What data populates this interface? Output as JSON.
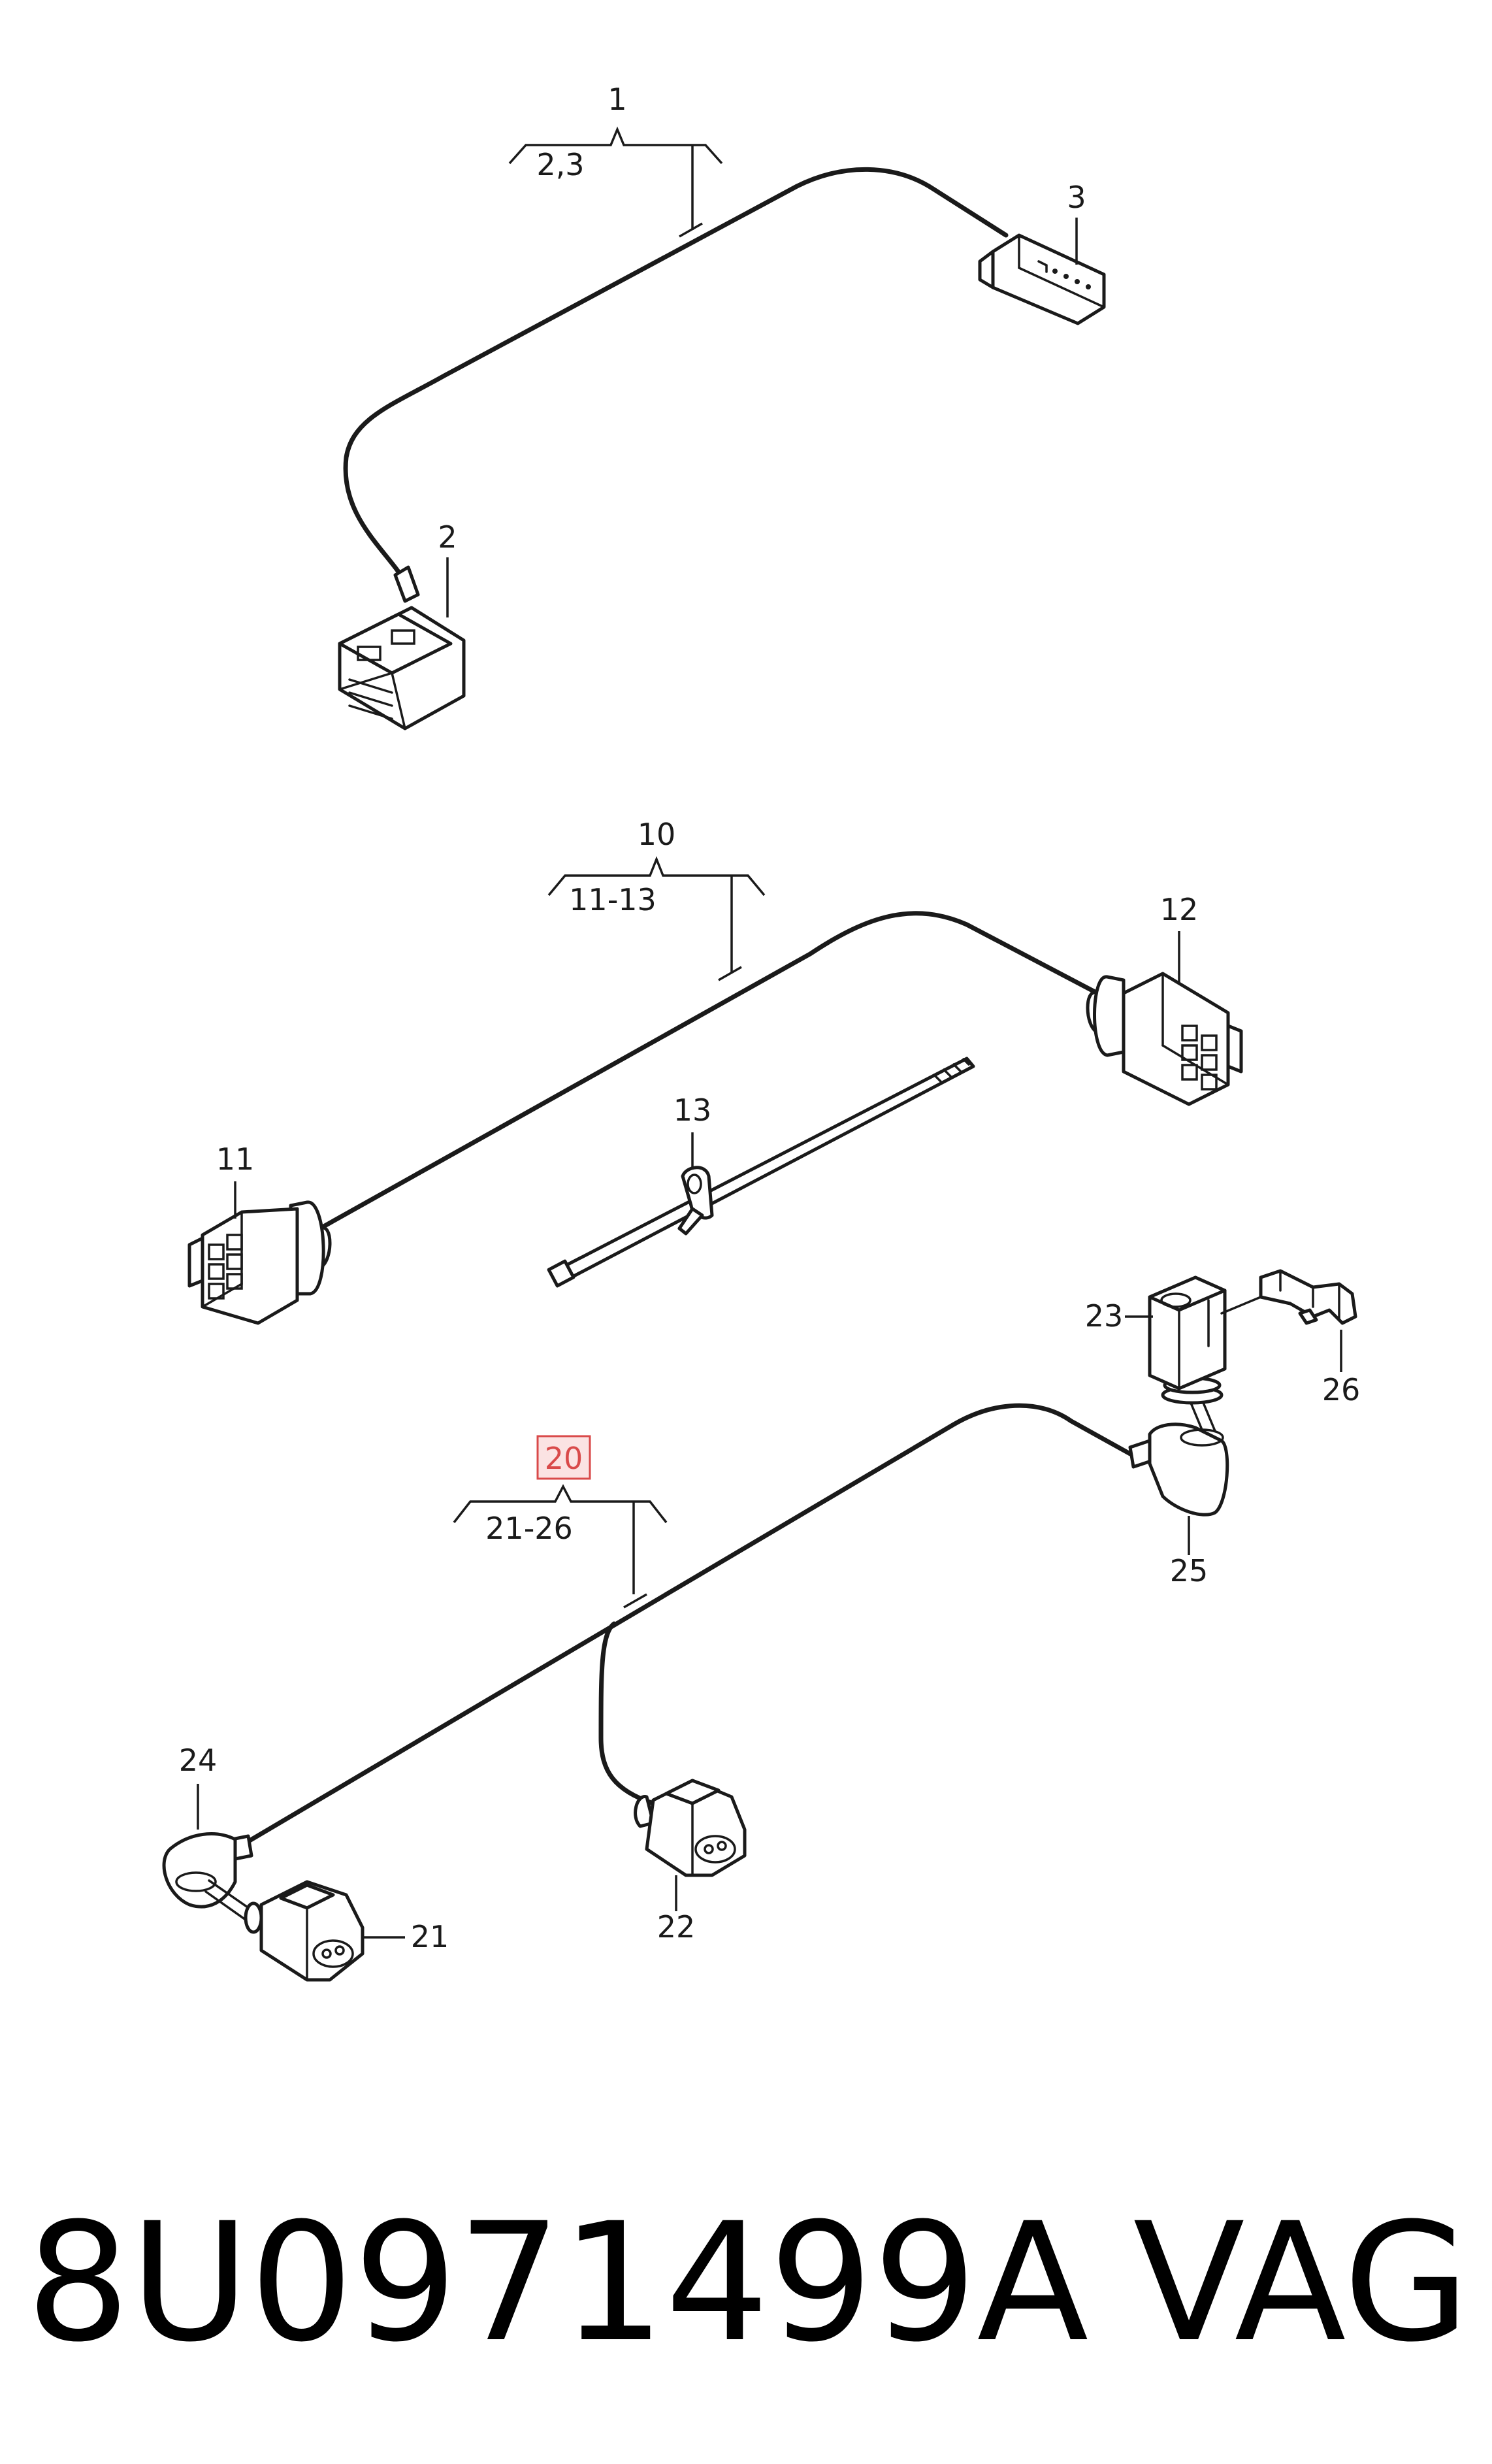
{
  "callouts": {
    "c1": "1",
    "c1_range": "2,3",
    "c2": "2",
    "c3": "3",
    "c10": "10",
    "c10_range": "11-13",
    "c11": "11",
    "c12": "12",
    "c13": "13",
    "c20": "20",
    "c20_range": "21-26",
    "c21": "21",
    "c22": "22",
    "c23": "23",
    "c24": "24",
    "c25": "25",
    "c26": "26"
  },
  "highlight_color": "#d94a4a",
  "highlight_fill": "#fbe3e3",
  "footer": {
    "part_number": "8U0971499A",
    "brand": "VAG"
  }
}
